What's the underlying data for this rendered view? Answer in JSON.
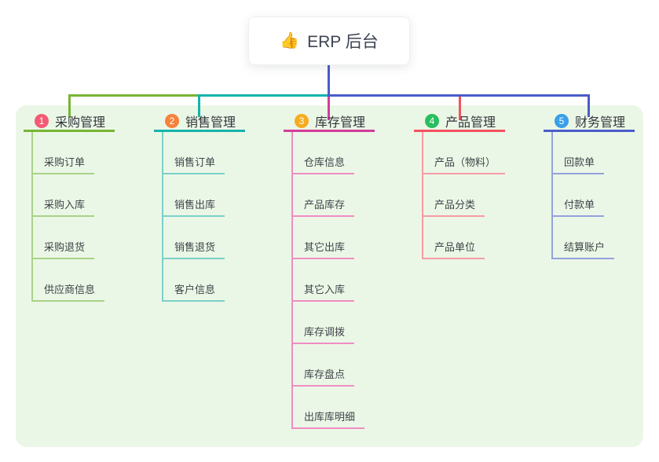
{
  "root": {
    "icon_glyph": "👍",
    "icon_name": "thumbs-up",
    "label": "ERP 后台"
  },
  "branches": [
    {
      "index": "1",
      "label": "采购管理",
      "badge_color": "#F35B75",
      "line_color": "#77B535",
      "light_line_color": "#A9D288",
      "children": [
        "采购订单",
        "采购入库",
        "采购退货",
        "供应商信息"
      ]
    },
    {
      "index": "2",
      "label": "销售管理",
      "badge_color": "#F5813B",
      "line_color": "#14B3AB",
      "light_line_color": "#7AD0CA",
      "children": [
        "销售订单",
        "销售出库",
        "销售退货",
        "客户信息"
      ]
    },
    {
      "index": "3",
      "label": "库存管理",
      "badge_color": "#F6AB21",
      "line_color": "#D23C9B",
      "light_line_color": "#F08CC4",
      "children": [
        "仓库信息",
        "产品库存",
        "其它出库",
        "其它入库",
        "库存调拨",
        "库存盘点",
        "出库库明细"
      ]
    },
    {
      "index": "4",
      "label": "产品管理",
      "badge_color": "#29BE60",
      "line_color": "#F4525F",
      "light_line_color": "#F79BA3",
      "children": [
        "产品（物料）",
        "产品分类",
        "产品单位"
      ]
    },
    {
      "index": "5",
      "label": "财务管理",
      "badge_color": "#389FE8",
      "line_color": "#4A5CC9",
      "light_line_color": "#93A2DF",
      "children": [
        "回款单",
        "付款单",
        "结算账户"
      ]
    }
  ],
  "colors": {
    "root_connector": "#4A5CC9",
    "panel_background": "#EBF7E6",
    "canvas_background": "#FFFFFF",
    "title_text": "#33363D",
    "child_text": "#3F434A"
  }
}
